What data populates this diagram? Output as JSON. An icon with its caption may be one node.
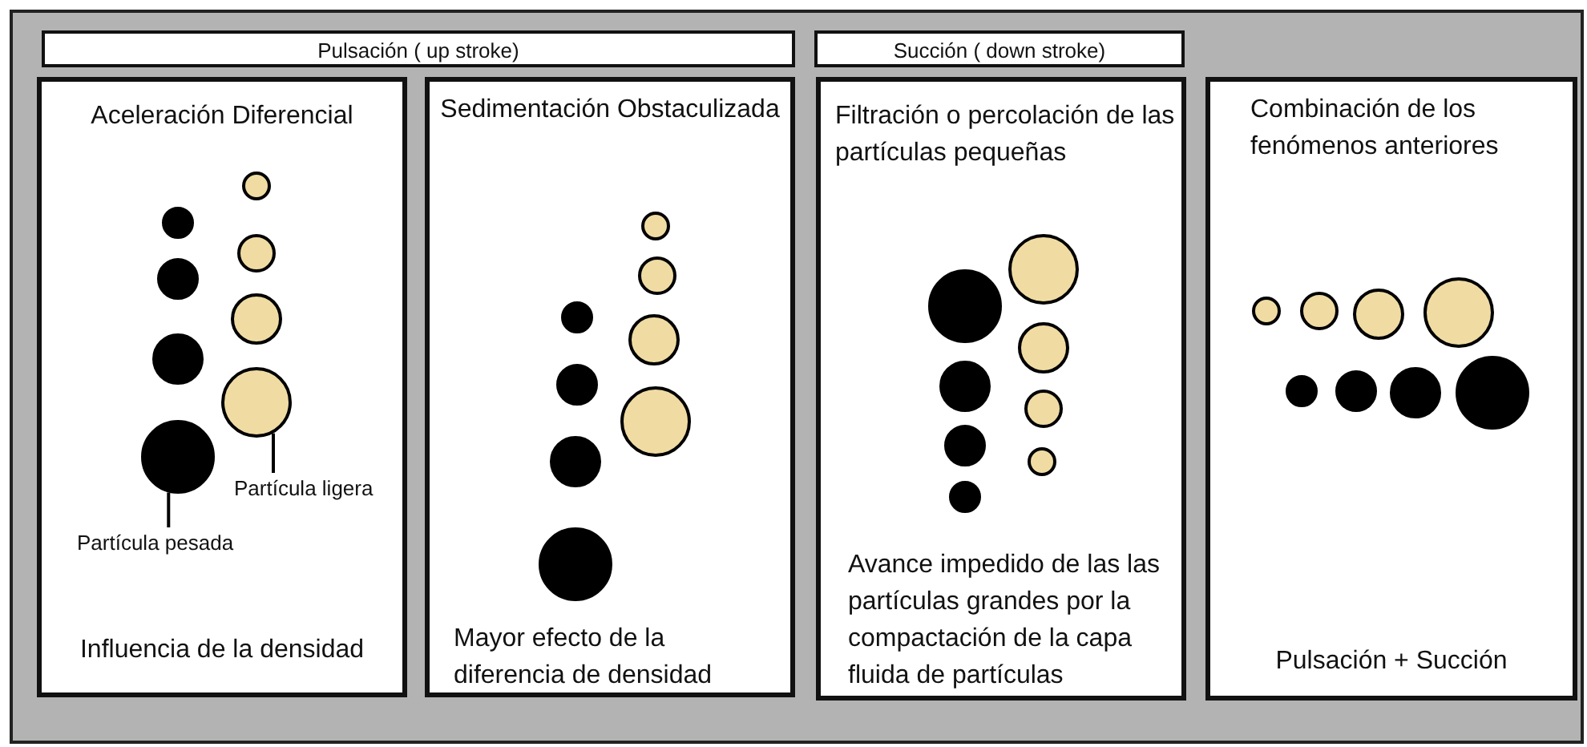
{
  "diagram": {
    "nodes": [
      {
        "text": [
          "Pulsación ( up stroke)"
        ]
      },
      {
        "text": [
          "Succión ( down stroke)"
        ]
      },
      {
        "text": [
          "Aceleración Diferencial",
          "Influencia de la densidad"
        ]
      },
      {
        "text": [
          "Sedimentación Obstaculizada",
          "Mayor efecto de la diferencia de densidad"
        ]
      },
      {
        "text": [
          "Filtración o percolación de las partículas pequeñas",
          "Avance impedido de las las partículas grandes por la compactación de la capa fluida de partículas"
        ]
      },
      {
        "text": [
          "Combinación de los fenómenos anteriores",
          "Pulsación + Succión"
        ]
      },
      {
        "text": [
          "Partícula ligera"
        ],
        "in": 2
      },
      {
        "text": [],
        "shape": "circle",
        "in": 2
      },
      {
        "text": [
          "Partícula pesada"
        ],
        "in": 2
      },
      {
        "text": [],
        "shape": "circle",
        "in": 2
      }
    ],
    "edges": [
      {
        "from": 6,
        "to": 7,
        "arrow": "none"
      },
      {
        "from": 8,
        "to": 9,
        "arrow": "none"
      }
    ]
  }
}
